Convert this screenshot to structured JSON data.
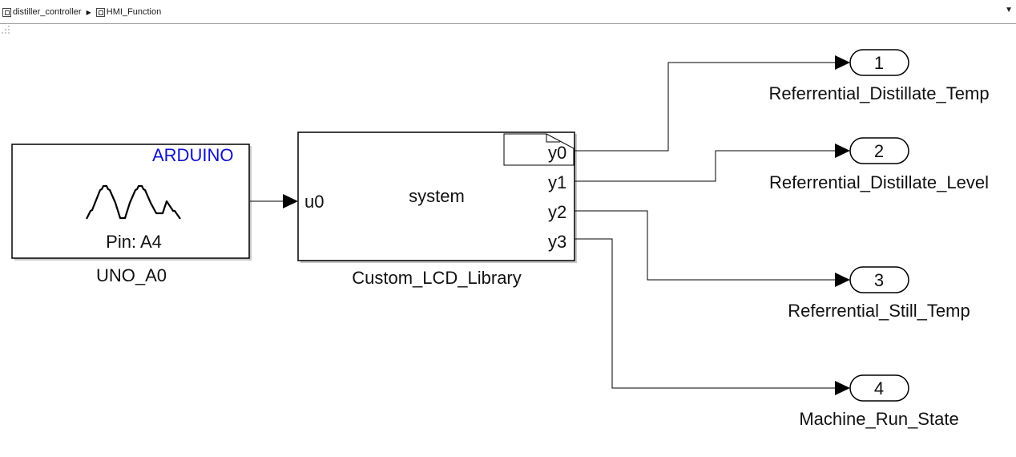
{
  "breadcrumb": {
    "items": [
      {
        "label": "distiller_controller",
        "icon": "model-icon"
      },
      {
        "label": "HMI_Function",
        "icon": "subsystem-icon"
      }
    ]
  },
  "blocks": {
    "arduino": {
      "brand": "ARDUINO",
      "pin": "Pin: A4",
      "name": "UNO_A0"
    },
    "lcd": {
      "center": "system",
      "name": "Custom_LCD_Library",
      "in_port": "u0",
      "out_ports": [
        "y0",
        "y1",
        "y2",
        "y3"
      ]
    }
  },
  "outports": [
    {
      "number": "1",
      "name": "Referrential_Distillate_Temp"
    },
    {
      "number": "2",
      "name": "Referrential_Distillate_Level"
    },
    {
      "number": "3",
      "name": "Referrential_Still_Temp"
    },
    {
      "number": "4",
      "name": "Machine_Run_State"
    }
  ],
  "colors": {
    "brand": "#1010c8",
    "line": "#000000"
  }
}
